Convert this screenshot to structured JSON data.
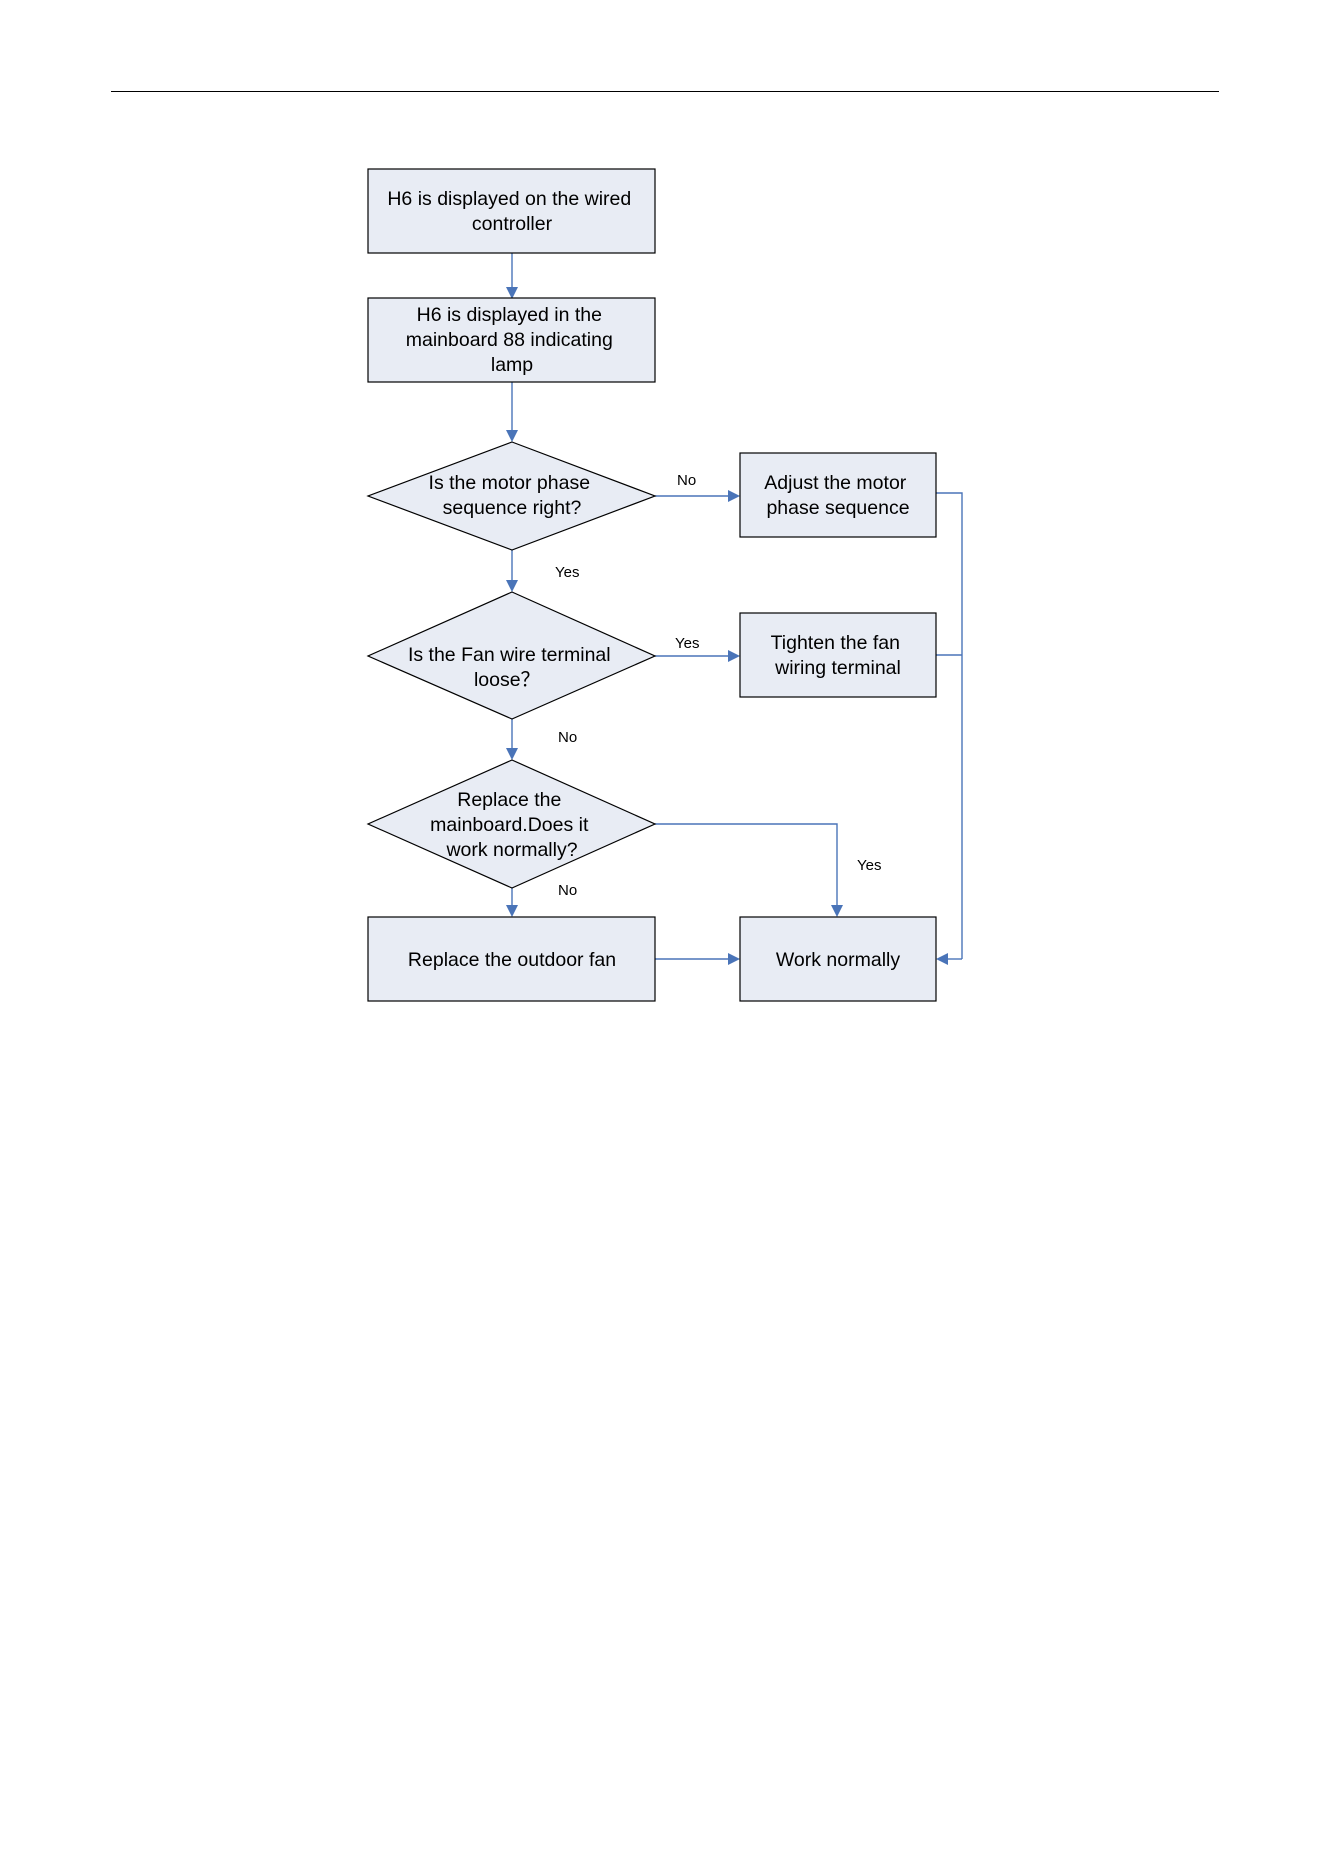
{
  "nodes": {
    "n1": {
      "lines": [
        "H6 is displayed on the wired",
        "controller"
      ]
    },
    "n2": {
      "lines": [
        "H6 is displayed in the",
        "mainboard 88 indicating",
        "lamp"
      ]
    },
    "d1": {
      "lines": [
        "Is  the motor  phase",
        "sequence right?"
      ]
    },
    "a1": {
      "lines": [
        "Adjust the motor",
        "phase sequence"
      ]
    },
    "d2": {
      "lines": [
        "Is the Fan wire terminal",
        "loose？"
      ]
    },
    "a2": {
      "lines": [
        "Tighten the fan",
        "wiring terminal"
      ]
    },
    "d3": {
      "lines": [
        "Replace the",
        "mainboard.Does it",
        "work normally?"
      ]
    },
    "a3": {
      "lines": [
        "Replace the outdoor fan"
      ]
    },
    "end": {
      "lines": [
        "Work normally"
      ]
    }
  },
  "edge_labels": {
    "d1_no": "No",
    "d1_yes": "Yes",
    "d2_yes": "Yes",
    "d2_no": "No",
    "d3_yes": "Yes",
    "d3_no": "No"
  },
  "colors": {
    "node_fill": "#e8ecf4",
    "node_stroke": "#000000",
    "connector": "#4a74b8"
  }
}
